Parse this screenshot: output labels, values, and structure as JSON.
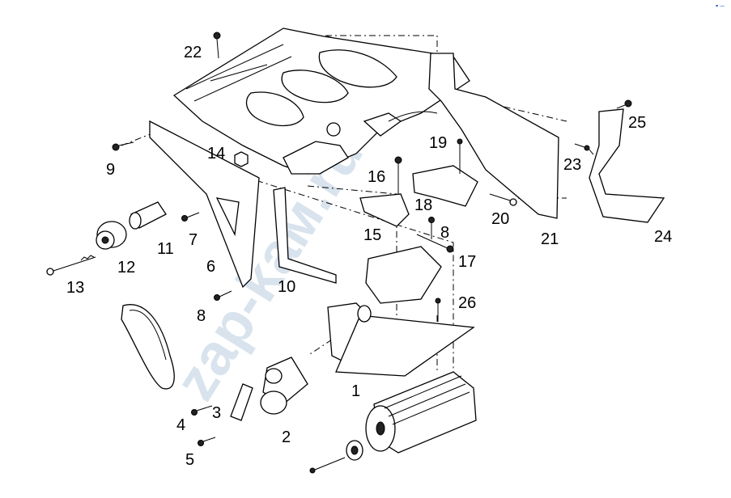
{
  "watermark": "zap-kaм.ru",
  "corner_mark": "▪ ‒",
  "callouts": {
    "c1": "1",
    "c2": "2",
    "c3": "3",
    "c4": "4",
    "c5": "5",
    "c6": "6",
    "c7": "7",
    "c8a": "8",
    "c8b": "8",
    "c9": "9",
    "c10": "10",
    "c11": "11",
    "c12": "12",
    "c13": "13",
    "c14": "14",
    "c15": "15",
    "c16": "16",
    "c17": "17",
    "c18": "18",
    "c19": "19",
    "c20": "20",
    "c21": "21",
    "c22": "22",
    "c23": "23",
    "c24": "24",
    "c25": "25",
    "c26": "26"
  }
}
